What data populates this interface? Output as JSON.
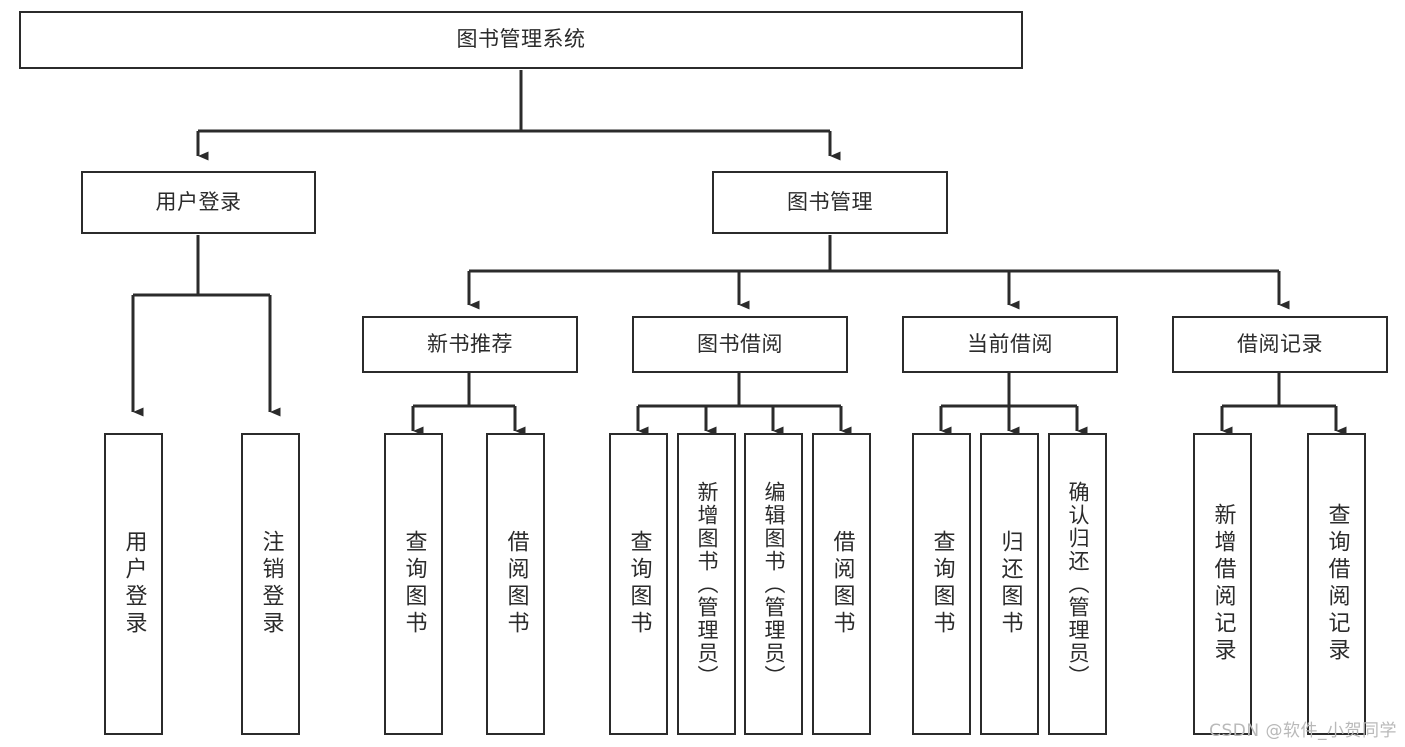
{
  "diagram": {
    "type": "hierarchy-tree",
    "title": "图书管理系统",
    "root": {
      "id": "root",
      "label": "图书管理系统"
    },
    "level1": [
      {
        "id": "user-login",
        "label": "用户登录"
      },
      {
        "id": "book-manage",
        "label": "图书管理"
      }
    ],
    "level2": [
      {
        "id": "new-book-recommend",
        "label": "新书推荐",
        "parent": "book-manage"
      },
      {
        "id": "book-borrow",
        "label": "图书借阅",
        "parent": "book-manage"
      },
      {
        "id": "current-borrow",
        "label": "当前借阅",
        "parent": "book-manage"
      },
      {
        "id": "borrow-record",
        "label": "借阅记录",
        "parent": "book-manage"
      }
    ],
    "leaves": [
      {
        "id": "leaf-user-login",
        "label": "用户登录",
        "parent": "user-login"
      },
      {
        "id": "leaf-user-logout",
        "label": "注销登录",
        "parent": "user-login"
      },
      {
        "id": "leaf-query-book-1",
        "label": "查询图书",
        "parent": "new-book-recommend"
      },
      {
        "id": "leaf-borrow-book-1",
        "label": "借阅图书",
        "parent": "new-book-recommend"
      },
      {
        "id": "leaf-query-book-2",
        "label": "查询图书",
        "parent": "book-borrow"
      },
      {
        "id": "leaf-add-book",
        "label": "新增图书（管理员）",
        "parent": "book-borrow"
      },
      {
        "id": "leaf-edit-book",
        "label": "编辑图书（管理员）",
        "parent": "book-borrow"
      },
      {
        "id": "leaf-borrow-book-2",
        "label": "借阅图书",
        "parent": "book-borrow"
      },
      {
        "id": "leaf-query-book-3",
        "label": "查询图书",
        "parent": "current-borrow"
      },
      {
        "id": "leaf-return-book",
        "label": "归还图书",
        "parent": "current-borrow"
      },
      {
        "id": "leaf-confirm-return",
        "label": "确认归还（管理员）",
        "parent": "current-borrow"
      },
      {
        "id": "leaf-add-record",
        "label": "新增借阅记录",
        "parent": "borrow-record"
      },
      {
        "id": "leaf-query-record",
        "label": "查询借阅记录",
        "parent": "borrow-record"
      }
    ]
  },
  "watermark": {
    "text": "CSDN @软件_小贺同学"
  },
  "colors": {
    "stroke": "#2b2b2b",
    "fill": "#ffffff",
    "text": "#2b2b2b",
    "watermark": "#b9b9b9"
  }
}
